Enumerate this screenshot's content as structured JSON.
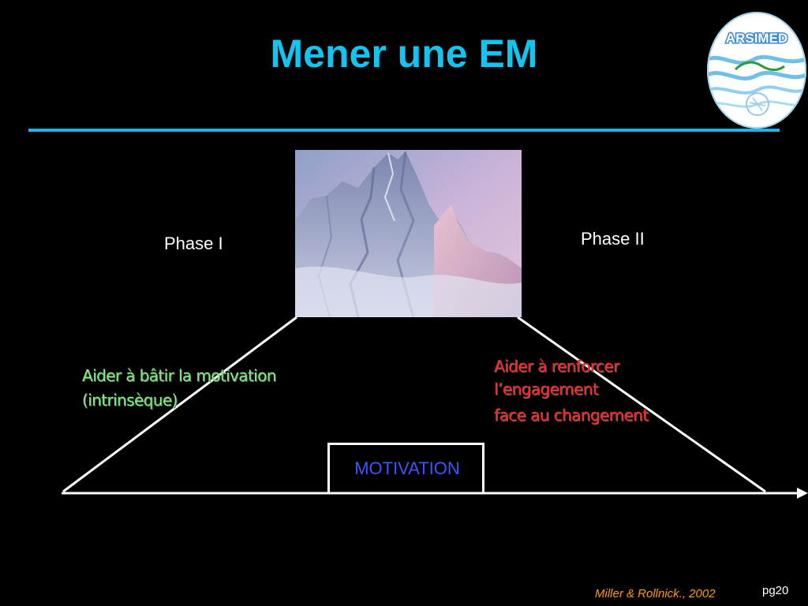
{
  "slide": {
    "title": "Mener une EM",
    "logo_text": "ARSIMED",
    "phase_left": "Phase I",
    "phase_right": "Phase II",
    "left_text": [
      "Aider à bâtir la motivation",
      "(intrinsèque)"
    ],
    "right_text": [
      "Aider à renforcer",
      "l’engagement",
      "face au changement"
    ],
    "center_box_label": "MOTIVATION",
    "citation": "Miller & Rollnick., 2002",
    "page_number": "pg20"
  },
  "colors": {
    "background": "#000000",
    "title": "#14c4f0",
    "rule": "#1ab6ea",
    "left_text": "#7cf07c",
    "right_text": "#ff2222",
    "box_label": "#3a57ff",
    "citation": "#ff9d00"
  },
  "icons": {
    "logo": "arsimed-logo",
    "picture": "snowy-mountain-peak-image",
    "axis_arrow": "arrow-right-icon"
  }
}
